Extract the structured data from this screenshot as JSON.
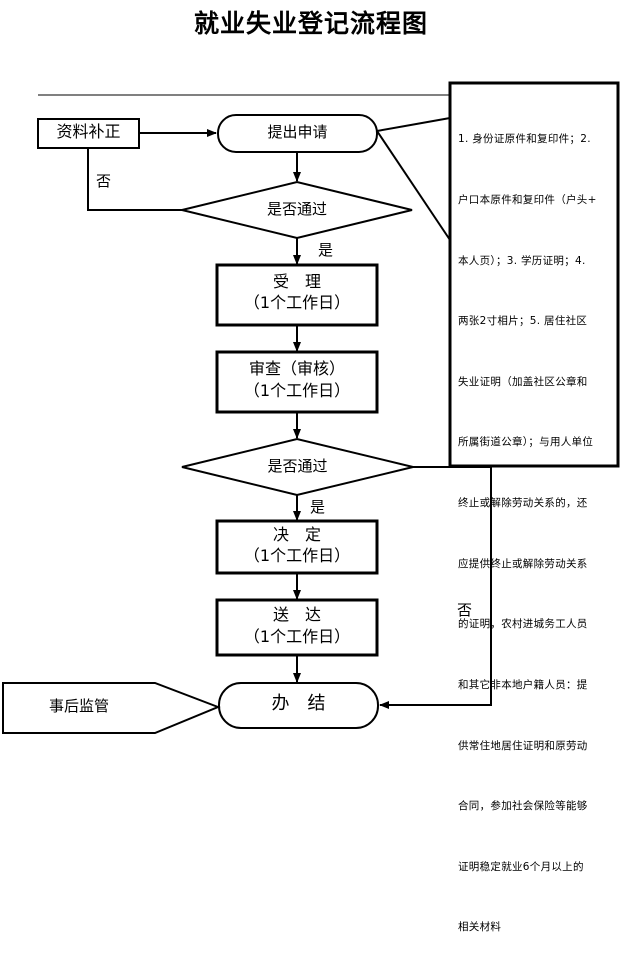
{
  "title": "就业失业登记流程图",
  "nodes": {
    "bulu": "资料补正",
    "apply": "提出申请",
    "check1": "是否通过",
    "accept_title": "受　理",
    "accept_sub": "（1个工作日）",
    "review_title": "审查（审核）",
    "review_sub": "（1个工作日）",
    "check2": "是否通过",
    "decide_title": "决　定",
    "decide_sub": "（1个工作日）",
    "deliver_title": "送　达",
    "deliver_sub": "（1个工作日）",
    "finish": "办　结",
    "supervise": "事后监管"
  },
  "labels": {
    "no_top": "否",
    "yes1": "是",
    "yes2": "是",
    "no_right": "否"
  },
  "materials": [
    "1. 身份证原件和复印件；2.",
    "户口本原件和复印件（户头+",
    "本人页）；3. 学历证明；4.",
    "两张2寸相片；5. 居住社区",
    "失业证明（加盖社区公章和",
    "所属街道公章）；与用人单位",
    "终止或解除劳动关系的，还",
    "应提供终止或解除劳动关系",
    "的证明，农村进城务工人员",
    "和其它非本地户籍人员：提",
    "供常住地居住证明和原劳动",
    "合同，参加社会保险等能够",
    "证明稳定就业6个月以上的",
    "相关材料"
  ]
}
